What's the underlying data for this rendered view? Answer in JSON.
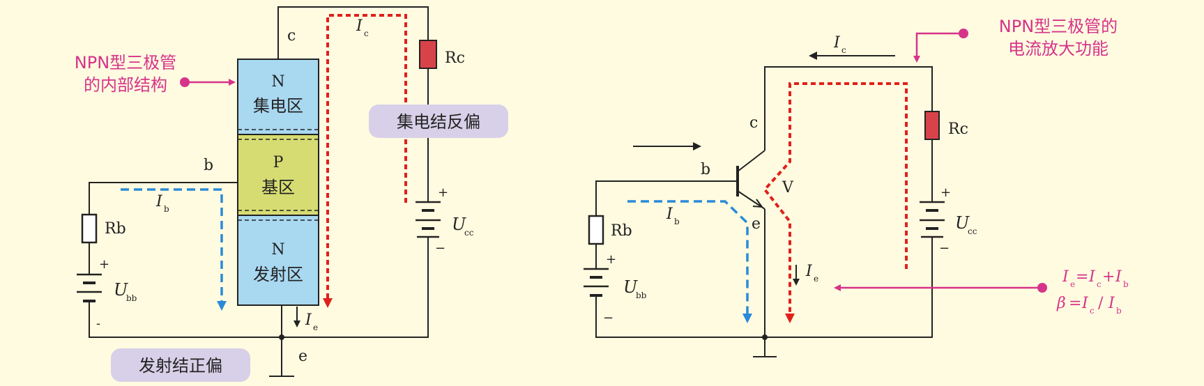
{
  "left": {
    "callout": [
      "NPN型三极管",
      "的内部结构"
    ],
    "collector_region": {
      "letter": "N",
      "name": "集电区"
    },
    "base_region": {
      "letter": "P",
      "name": "基区"
    },
    "emitter_region": {
      "letter": "N",
      "name": "发射区"
    },
    "terminals": {
      "c": "c",
      "b": "b",
      "e": "e"
    },
    "currents": {
      "ic": "I",
      "ic_sub": "c",
      "ib": "I",
      "ib_sub": "b",
      "ie": "I",
      "ie_sub": "e"
    },
    "rc": "Rc",
    "rb": "Rb",
    "ucc": {
      "main": "U",
      "sub": "cc",
      "plus": "+",
      "minus": "−"
    },
    "ubb": {
      "main": "U",
      "sub": "bb",
      "plus": "+",
      "minus": "-"
    },
    "badge_reverse": "集电结反偏",
    "badge_forward": "发射结正偏"
  },
  "right": {
    "callout": [
      "NPN型三极管的",
      "电流放大功能"
    ],
    "terminals": {
      "c": "c",
      "b": "b",
      "e": "e"
    },
    "transistor_label": "V",
    "currents": {
      "ic": "I",
      "ic_sub": "c",
      "ib": "I",
      "ib_sub": "b",
      "ie": "I",
      "ie_sub": "e"
    },
    "rc": "Rc",
    "rb": "Rb",
    "ucc": {
      "main": "U",
      "sub": "cc",
      "plus": "+",
      "minus": "−"
    },
    "ubb": {
      "main": "U",
      "sub": "bb",
      "plus": "+",
      "minus": "−"
    },
    "formula1": {
      "a": "I",
      "a_sub": "e",
      "eq": "=",
      "b": "I",
      "b_sub": "c",
      "plus": "+",
      "c": "I",
      "c_sub": "b"
    },
    "formula2": {
      "beta": "β",
      "eq": "=",
      "a": "I",
      "a_sub": "c",
      "slash": "/",
      "b": "I",
      "b_sub": "b"
    }
  },
  "colors": {
    "background": "#fffbe0",
    "collector_fill": "#a9d8f1",
    "base_fill": "#d6dc72",
    "badge_fill": "#d8d0e8",
    "pink": "#d6338a",
    "red_dash": "#e0201c",
    "blue_dash": "#2a8ad8",
    "resistor_red": "#d8434a"
  }
}
